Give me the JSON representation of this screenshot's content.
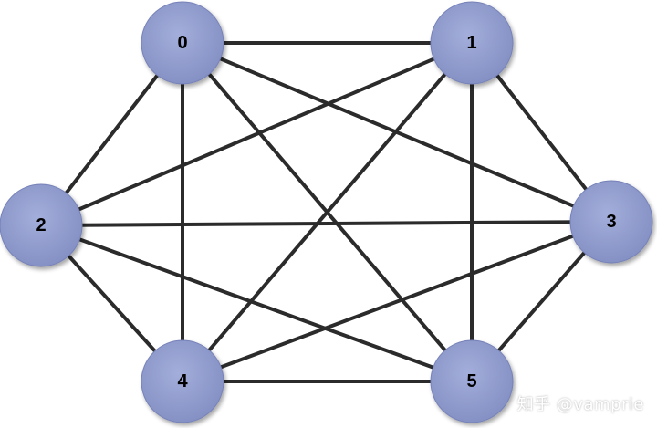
{
  "graph": {
    "nodes": [
      {
        "id": "0",
        "label": "0"
      },
      {
        "id": "1",
        "label": "1"
      },
      {
        "id": "2",
        "label": "2"
      },
      {
        "id": "3",
        "label": "3"
      },
      {
        "id": "4",
        "label": "4"
      },
      {
        "id": "5",
        "label": "5"
      }
    ],
    "edges": [
      [
        "0",
        "1"
      ],
      [
        "0",
        "2"
      ],
      [
        "0",
        "3"
      ],
      [
        "0",
        "4"
      ],
      [
        "0",
        "5"
      ],
      [
        "1",
        "2"
      ],
      [
        "1",
        "3"
      ],
      [
        "1",
        "4"
      ],
      [
        "1",
        "5"
      ],
      [
        "2",
        "3"
      ],
      [
        "2",
        "4"
      ],
      [
        "2",
        "5"
      ],
      [
        "3",
        "4"
      ],
      [
        "3",
        "5"
      ],
      [
        "4",
        "5"
      ]
    ],
    "colors": {
      "node_fill": "#8591c4",
      "node_fill_light": "#a3aedb",
      "node_stroke": "#7682b8",
      "edge": "#2b2b2b"
    }
  },
  "watermark": "知乎 @vamprie"
}
